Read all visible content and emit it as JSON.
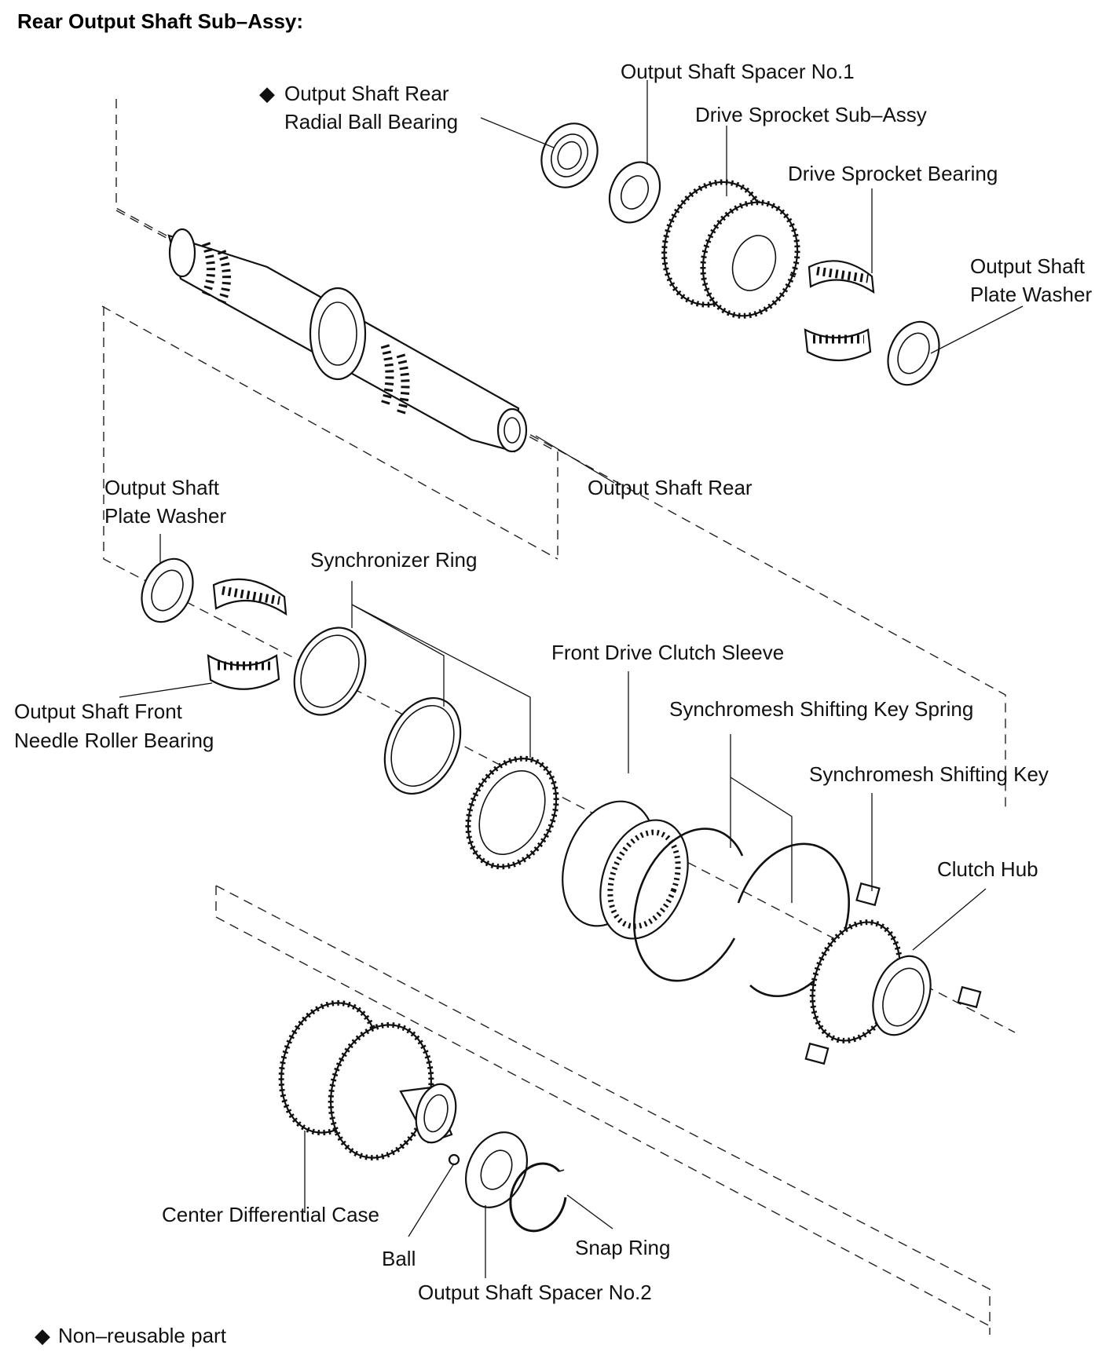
{
  "title": "Rear Output Shaft Sub–Assy:",
  "legend": {
    "symbol": "◆",
    "text": "Non–reusable part"
  },
  "labels": {
    "output_shaft_spacer_no1": "Output Shaft Spacer No.1",
    "rear_radial_ball_bearing_line1": "Output Shaft Rear",
    "rear_radial_ball_bearing_line2": "Radial Ball Bearing",
    "drive_sprocket_sub_assy": "Drive Sprocket Sub–Assy",
    "drive_sprocket_bearing": "Drive Sprocket Bearing",
    "plate_washer_right_line1": "Output Shaft",
    "plate_washer_right_line2": "Plate Washer",
    "output_shaft_rear": "Output Shaft Rear",
    "plate_washer_left_line1": "Output Shaft",
    "plate_washer_left_line2": "Plate Washer",
    "synchronizer_ring": "Synchronizer Ring",
    "front_drive_clutch_sleeve": "Front Drive Clutch Sleeve",
    "front_needle_roller_bearing_line1": "Output Shaft Front",
    "front_needle_roller_bearing_line2": "Needle Roller Bearing",
    "synchromesh_shifting_key_spring": "Synchromesh Shifting Key Spring",
    "synchromesh_shifting_key": "Synchromesh Shifting Key",
    "clutch_hub": "Clutch Hub",
    "center_differential_case": "Center Differential Case",
    "ball": "Ball",
    "snap_ring": "Snap Ring",
    "output_shaft_spacer_no2": "Output Shaft Spacer No.2"
  }
}
